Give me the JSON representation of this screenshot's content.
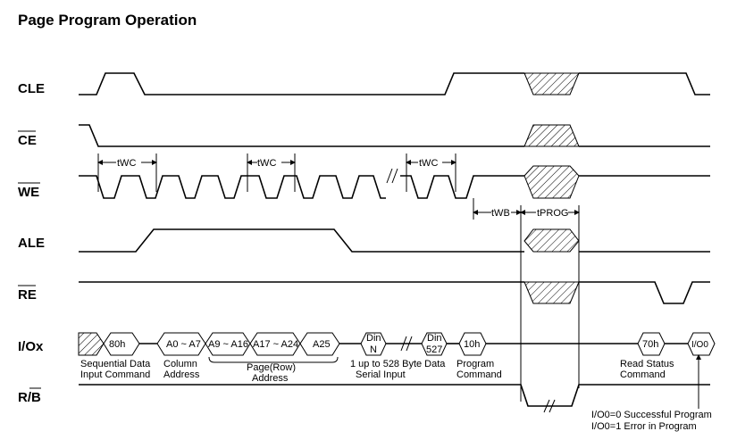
{
  "title": "Page Program Operation",
  "signals": {
    "cle": "CLE",
    "ce": "CE",
    "we": "WE",
    "ale": "ALE",
    "re": "RE",
    "io": "I/Ox",
    "rb": "R/B"
  },
  "timing": {
    "twc": "tWC",
    "twb": "tWB",
    "tprog": "tPROG"
  },
  "io_cells": {
    "cmd_80h": "80h",
    "col_addr": "A0 ~ A7",
    "row_addr_1": "A9 ~ A16",
    "row_addr_2": "A17 ~ A24",
    "row_addr_3": "A25",
    "din_n_1": "Din",
    "din_n_2": "N",
    "din_527_1": "Din",
    "din_527_2": "527",
    "cmd_10h": "10h",
    "cmd_70h": "70h",
    "io0": "I/O0"
  },
  "annotations": {
    "seq_data_1": "Sequential Data",
    "seq_data_2": "Input Command",
    "col_1": "Column",
    "col_2": "Address",
    "page_1": "Page(Row)",
    "page_2": "Address",
    "serial_1": "1 up to 528 Byte Data",
    "serial_2": "Serial Input",
    "prog_1": "Program",
    "prog_2": "Command",
    "read_1": "Read Status",
    "read_2": "Command",
    "status_1": "I/O0=0 Successful Program",
    "status_2": "I/O0=1 Error in Program"
  },
  "colors": {
    "line": "#000000",
    "background": "#ffffff"
  }
}
